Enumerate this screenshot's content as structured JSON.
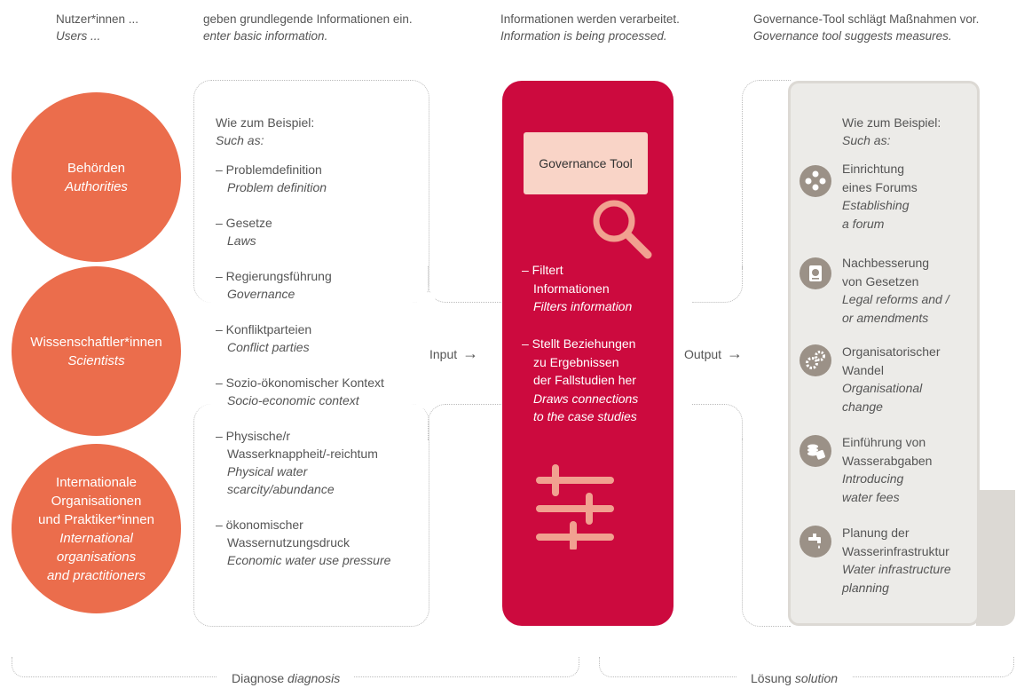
{
  "headers": {
    "users": {
      "de": "Nutzer*innen ...",
      "en": "Users ..."
    },
    "input_info": {
      "de": "geben grundlegende Informationen ein.",
      "en": "enter basic information."
    },
    "processing": {
      "de": "Informationen werden verarbeitet.",
      "en": "Information is being processed."
    },
    "suggests": {
      "de": "Governance-Tool schlägt Maßnahmen vor.",
      "en": "Governance tool suggests measures."
    }
  },
  "users": [
    {
      "de": "Behörden",
      "en": "Authorities"
    },
    {
      "de": "Wissenschaftler*innen",
      "en": "Scientists"
    },
    {
      "de_lines": [
        "Internationale",
        "Organisationen",
        "und Praktiker*innen"
      ],
      "en_lines": [
        "International",
        "organisations",
        "and practitioners"
      ]
    }
  ],
  "inputs": {
    "intro_de": "Wie zum Beispiel:",
    "intro_en": "Such as:",
    "items": [
      {
        "de": [
          "– Problemdefinition"
        ],
        "en": [
          "Problem definition"
        ]
      },
      {
        "de": [
          "– Gesetze"
        ],
        "en": [
          "Laws"
        ]
      },
      {
        "de": [
          "– Regierungsführung"
        ],
        "en": [
          "Governance"
        ]
      },
      {
        "de": [
          "– Konfliktparteien"
        ],
        "en": [
          "Conflict parties"
        ]
      },
      {
        "de": [
          "– Sozio-ökonomischer Kontext"
        ],
        "en": [
          "Socio-economic context"
        ]
      },
      {
        "de": [
          "– Physische/r",
          "Wasserknappheit/-reichtum"
        ],
        "en": [
          "Physical water",
          "scarcity/abundance"
        ]
      },
      {
        "de": [
          "– ökonomischer",
          "Wassernutzungsdruck"
        ],
        "en": [
          "Economic water use pressure"
        ]
      }
    ]
  },
  "tool": {
    "title": "Governance Tool",
    "functions": [
      {
        "de": [
          "– Filtert",
          "Informationen"
        ],
        "en": [
          "Filters information"
        ]
      },
      {
        "de": [
          "– Stellt Beziehungen",
          "zu Ergebnissen",
          "der Fallstudien her"
        ],
        "en": [
          "Draws connections",
          "to the case studies"
        ]
      }
    ]
  },
  "flow": {
    "input": "Input",
    "output": "Output",
    "arrow": "→"
  },
  "measures": {
    "intro_de": "Wie zum Beispiel:",
    "intro_en": "Such as:",
    "items": [
      {
        "icon": "people-forum-icon",
        "de": [
          "Einrichtung",
          "eines Forums"
        ],
        "en": [
          "Establishing",
          "a forum"
        ]
      },
      {
        "icon": "law-book-icon",
        "de": [
          "Nachbesserung",
          "von Gesetzen"
        ],
        "en": [
          "Legal reforms and /",
          "or amendments"
        ]
      },
      {
        "icon": "gears-icon",
        "de": [
          "Organisatorischer",
          "Wandel"
        ],
        "en": [
          "Organisational",
          "change"
        ]
      },
      {
        "icon": "coins-icon",
        "de": [
          "Einführung von",
          "Wasserabgaben"
        ],
        "en": [
          "Introducing",
          "water fees"
        ]
      },
      {
        "icon": "water-tap-icon",
        "de": [
          "Planung der",
          "Wasserinfrastruktur"
        ],
        "en": [
          "Water infrastructure",
          "planning"
        ]
      }
    ]
  },
  "phases": {
    "diagnosis": {
      "de": "Diagnose",
      "en": "diagnosis"
    },
    "solution": {
      "de": "Lösung",
      "en": "solution"
    }
  },
  "colors": {
    "orange": "#eb6d4c",
    "crimson": "#cc0a3e",
    "pink": "#f9d4c7",
    "salmon": "#f1a190",
    "paper": "#ecebe8",
    "icon": "#9b9187"
  }
}
